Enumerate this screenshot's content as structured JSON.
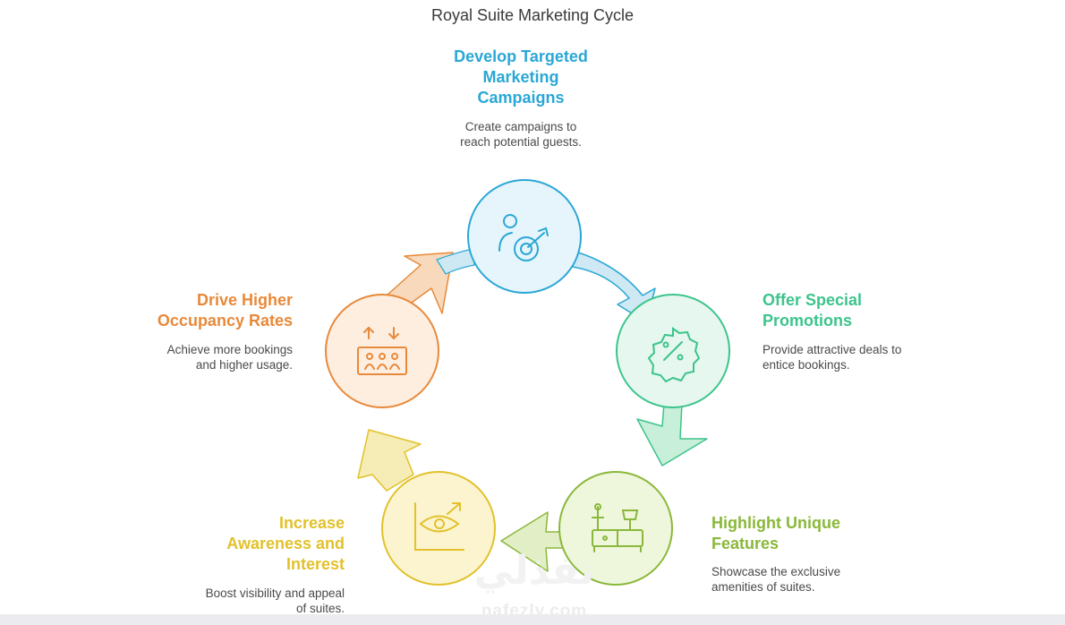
{
  "title": "Royal Suite Marketing Cycle",
  "steps": [
    {
      "title_lines": [
        "Develop Targeted",
        "Marketing",
        "Campaigns"
      ],
      "desc_lines": [
        "Create campaigns to",
        "reach potential guests."
      ],
      "color": "#2aa7d6",
      "icon": "target-person-icon"
    },
    {
      "title_lines": [
        "Offer Special",
        "Promotions"
      ],
      "desc_lines": [
        "Provide attractive deals to",
        "entice bookings."
      ],
      "color": "#3cc48c",
      "icon": "discount-badge-icon"
    },
    {
      "title_lines": [
        "Highlight Unique",
        "Features"
      ],
      "desc_lines": [
        "Showcase the exclusive",
        "amenities of suites."
      ],
      "color": "#8ab83a",
      "icon": "suite-furniture-icon"
    },
    {
      "title_lines": [
        "Increase",
        "Awareness and",
        "Interest"
      ],
      "desc_lines": [
        "Boost visibility and appeal",
        "of suites."
      ],
      "color": "#e2c12a",
      "icon": "eye-growth-chart-icon"
    },
    {
      "title_lines": [
        "Drive Higher",
        "Occupancy Rates"
      ],
      "desc_lines": [
        "Achieve more bookings",
        "and higher usage."
      ],
      "color": "#e8893a",
      "icon": "occupancy-people-icon"
    }
  ],
  "watermark": {
    "arabic": "نفذلي",
    "latin": "nafezly.com"
  }
}
